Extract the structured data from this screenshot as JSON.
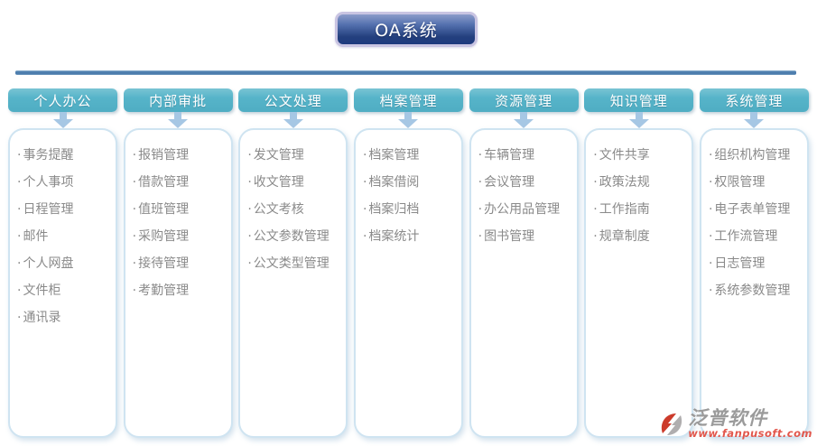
{
  "title": "OA系统",
  "bullet": "·",
  "columns": [
    {
      "header": "个人办公",
      "items": [
        "事务提醒",
        "个人事项",
        "日程管理",
        "邮件",
        "个人网盘",
        "文件柜",
        "通讯录"
      ]
    },
    {
      "header": "内部审批",
      "items": [
        "报销管理",
        "借款管理",
        "值班管理",
        "采购管理",
        "接待管理",
        "考勤管理"
      ]
    },
    {
      "header": "公文处理",
      "items": [
        "发文管理",
        "收文管理",
        "公文考核",
        "公文参数管理",
        "公文类型管理"
      ]
    },
    {
      "header": "档案管理",
      "items": [
        "档案管理",
        "档案借阅",
        "档案归档",
        "档案统计"
      ]
    },
    {
      "header": "资源管理",
      "items": [
        "车辆管理",
        "会议管理",
        "办公用品管理",
        "图书管理"
      ]
    },
    {
      "header": "知识管理",
      "items": [
        "文件共享",
        "政策法规",
        "工作指南",
        "规章制度"
      ]
    },
    {
      "header": "系统管理",
      "items": [
        "组织机构管理",
        "权限管理",
        "电子表单管理",
        "工作流管理",
        "日志管理",
        "系统参数管理"
      ]
    }
  ],
  "watermark": {
    "brand": "泛普软件",
    "url": "www.fanpusoft.com"
  },
  "colors": {
    "header_teal": "#56b4c9",
    "title_navy": "#1d3a7e",
    "title_border": "#c9c4e2",
    "divider_blue": "#4d7dad",
    "panel_border": "#cfe4f1",
    "item_gray": "#8a8a8a",
    "arrow_blue": "#a6c7e4",
    "watermark_red": "#e2574c"
  }
}
